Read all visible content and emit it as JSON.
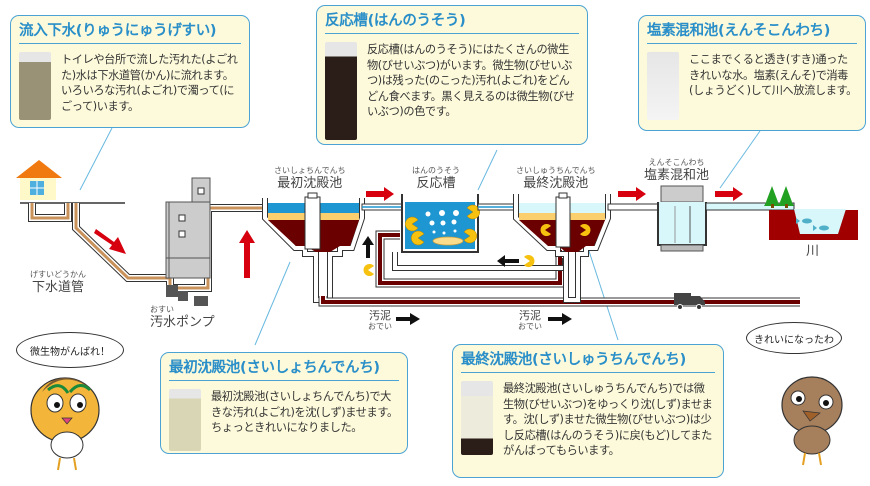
{
  "title": "下水処理の流れ",
  "boxes": {
    "inflow": {
      "title": "流入下水(りゅうにゅうげすい)",
      "text": "トイレや台所で流した汚れた(よごれた)水は下水道管(かん)に流れます。いろいろな汚れ(よごれ)で濁って(にごって)います。"
    },
    "reaction": {
      "title": "反応槽(はんのうそう)",
      "text": "反応槽(はんのうそう)にはたくさんの微生物(びせいぶつ)がいます。微生物(びせいぶつ)は残った(のこった)汚れ(よごれ)をどんどん食べます。黒く見えるのは微生物(びせいぶつ)の色です。"
    },
    "chlorine": {
      "title": "塩素混和池(えんそこんわち)",
      "text": "ここまでくると透き(すき)通ったきれいな水。塩素(えんそ)で消毒(しょうどく)して川へ放流します。"
    },
    "primary": {
      "title": "最初沈殿池(さいしょちんでんち)",
      "text": "最初沈殿池(さいしょちんでんち)で大きな汚れ(よごれ)を沈(しず)ませます。ちょっときれいになりました。"
    },
    "final": {
      "title": "最終沈殿池(さいしゅうちんでんち)",
      "text": "最終沈殿池(さいしゅうちんでんち)では微生物(びせいぶつ)をゆっくり沈(しず)ませます。沈(しず)ませた微生物(びせいぶつ)は少し反応槽(はんのうそう)に戻(もど)してまたがんばってもらいます。"
    }
  },
  "labels": {
    "sewer_pipe": {
      "ruby": "げすいどうかん",
      "main": "下水道管"
    },
    "pump": {
      "ruby": "おすい",
      "main": "汚水ポンプ"
    },
    "primary_tank": {
      "ruby": "さいしょちんでんち",
      "main": "最初沈殿池"
    },
    "reaction_tank": {
      "ruby": "はんのうそう",
      "main": "反応槽"
    },
    "final_tank": {
      "ruby": "さいしゅうちんでんち",
      "main": "最終沈殿池"
    },
    "chlorine_tank": {
      "ruby": "えんそこんわち",
      "main": "塩素混和池"
    },
    "river": {
      "main": "川"
    },
    "sludge1": {
      "main": "汚泥",
      "ruby": "おでい"
    },
    "sludge2": {
      "main": "汚泥",
      "ruby": "おでい"
    }
  },
  "bubbles": {
    "left": "微生物がんばれ！",
    "right": "きれいになったわ"
  },
  "colors": {
    "accent": "#2a8fc9",
    "box_bg": "#fdfadb",
    "arrow_red": "#d6000f",
    "sludge": "#6b0000",
    "water": "#1e96d1",
    "sewage": "#c8925a",
    "clean_water": "#d8f7fb"
  }
}
